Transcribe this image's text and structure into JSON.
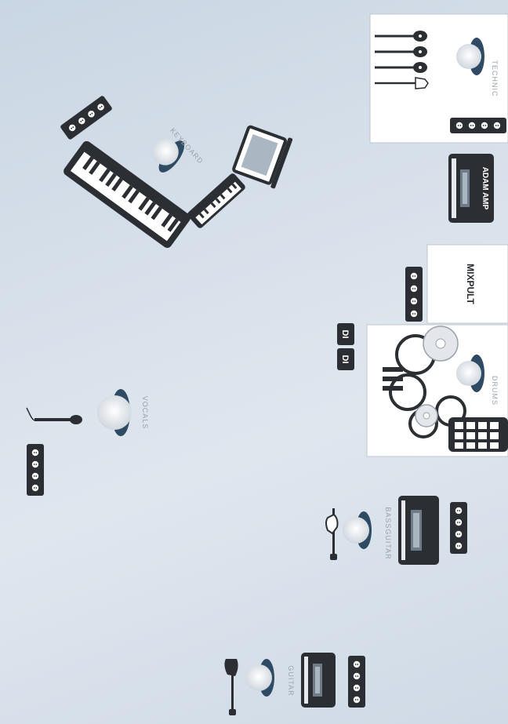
{
  "stage_plot": {
    "labels": {
      "keyboard": "KEYBOARD",
      "vocals": "VOCALS",
      "bass_guitar": "BASSGUITAR",
      "guitar": "GUITAR",
      "drums": "DRUMS",
      "technic": "TECHNIC",
      "mixpult": "MIXPULT",
      "adam_amp": "ADAM AMP",
      "di_1": "DI",
      "di_2": "DI"
    },
    "colors": {
      "stage_bg": "#d3dde8",
      "equipment": "#2b2f33",
      "person_body": "#2f4a63",
      "person_head": "#e9edf1",
      "box_fill": "#ffffff"
    },
    "icons": [
      "person-icon",
      "microphone-icon",
      "power-strip-icon",
      "amplifier-icon",
      "keyboard-icon",
      "laptop-icon",
      "midi-controller-icon",
      "drum-kit-icon",
      "cymbal-icon",
      "drum-pad-icon",
      "bass-guitar-icon",
      "electric-guitar-icon",
      "acoustic-guitar-icon",
      "di-box-icon"
    ]
  }
}
